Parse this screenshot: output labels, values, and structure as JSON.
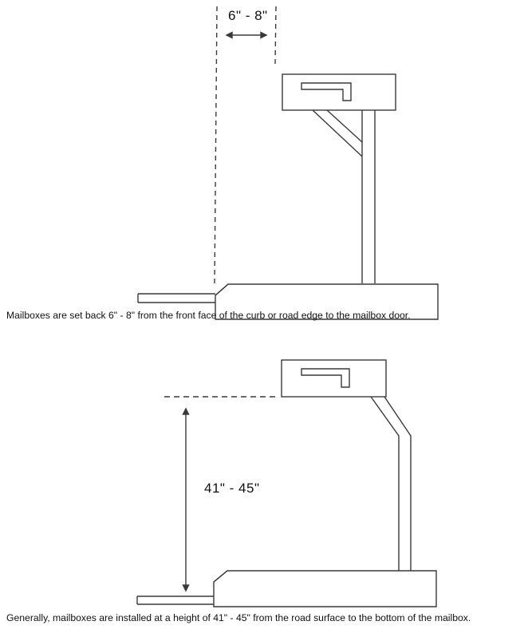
{
  "diagram_setback": {
    "dimension_label": "6\" - 8\"",
    "caption": "Mailboxes are set back 6\" - 8\" from the front face of the curb or road edge to the mailbox door."
  },
  "diagram_height": {
    "dimension_label": "41\" - 45\"",
    "caption": "Generally, mailboxes are installed at a height of 41\" - 45\" from the road surface to the bottom of the mailbox."
  },
  "colors": {
    "line": "#3a3a3a",
    "text": "#111111"
  }
}
